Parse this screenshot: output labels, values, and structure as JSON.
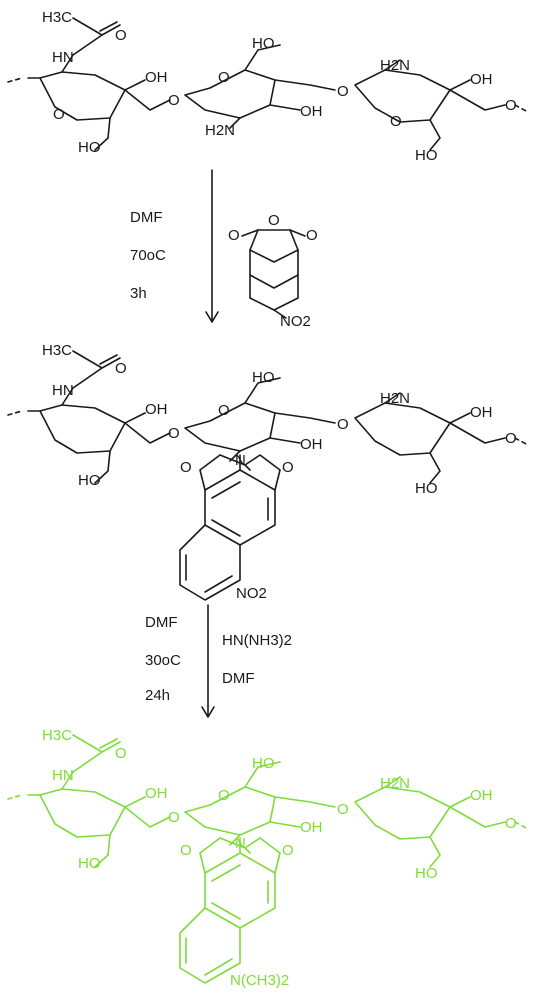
{
  "colors": {
    "reagent": "#1a1a1a",
    "product": "#7ddc3a"
  },
  "labels": {
    "h3c": "H3C",
    "hn": "HN",
    "oh": "OH",
    "ho": "HO",
    "h2n": "H2N",
    "o": "O",
    "no2": "NO2",
    "nme2": "N(CH3)2",
    "n": "N"
  },
  "step1": {
    "solvent": "DMF",
    "temperature": "70oC",
    "time": "3h"
  },
  "step2": {
    "solvent": "DMF",
    "temperature": "30oC",
    "time": "24h",
    "reagent": "HN(NH3)2",
    "reagent_solvent": "DMF"
  }
}
